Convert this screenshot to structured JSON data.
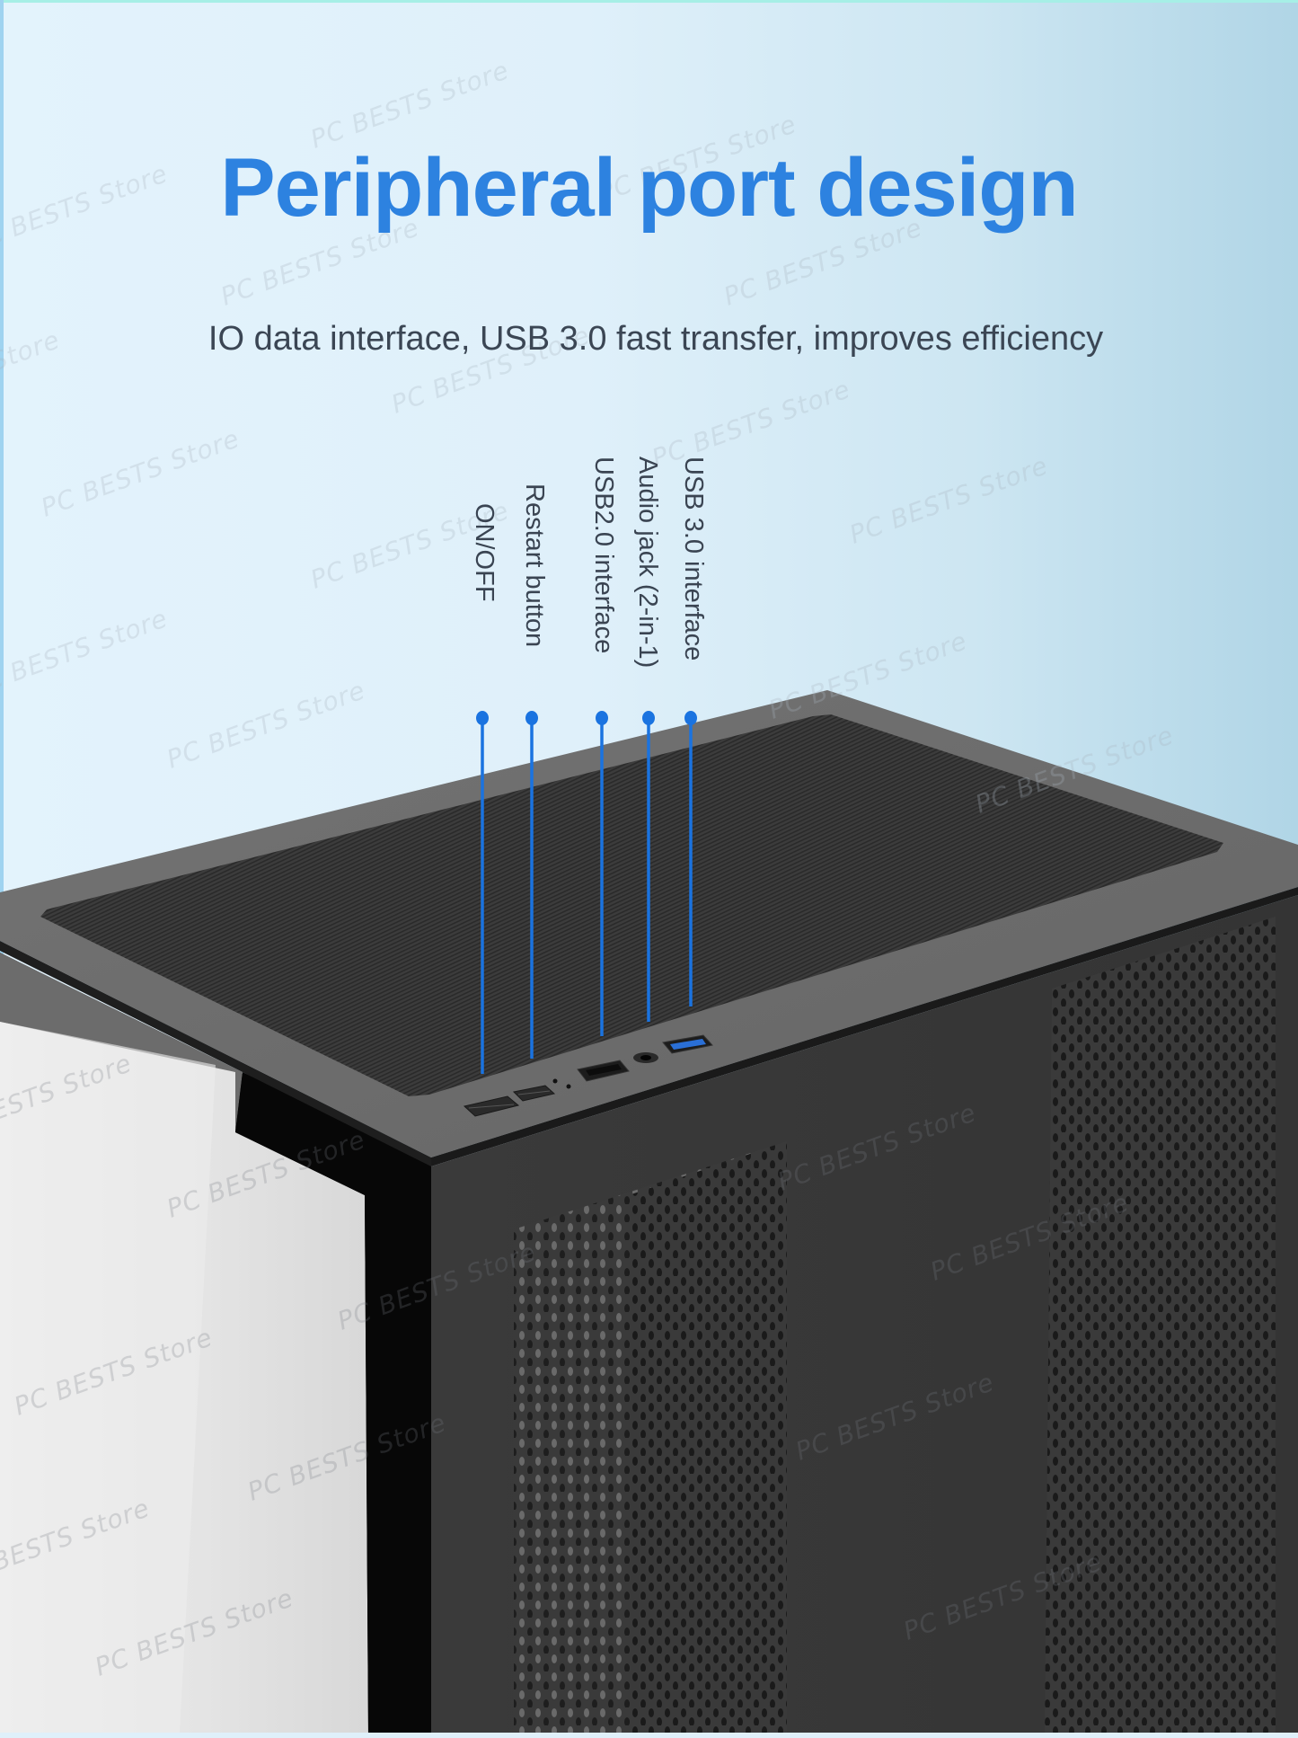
{
  "page": {
    "title": "Peripheral port design",
    "subtitle": "IO data interface, USB 3.0 fast transfer, improves efficiency",
    "watermark_text": "PC BESTS Store"
  },
  "callouts": [
    {
      "label": "ON/OFF",
      "port": "power-button"
    },
    {
      "label": "Restart button",
      "port": "restart-button"
    },
    {
      "label": "USB2.0 interface",
      "port": "usb2-port"
    },
    {
      "label": "Audio jack (2-in-1)",
      "port": "audio-jack"
    },
    {
      "label": "USB 3.0 interface",
      "port": "usb3-port"
    }
  ],
  "colors": {
    "title": "#2d82e0",
    "subtitle": "#3b4654",
    "callout_line": "#1a73e0",
    "background_left": "#e3f3fc",
    "background_right": "#b0d5e6",
    "case_top": "#6e6e6e",
    "case_mesh": "#3a3a3a",
    "case_front": "#3b3b3b",
    "usb3_accent": "#2a6fd6"
  }
}
